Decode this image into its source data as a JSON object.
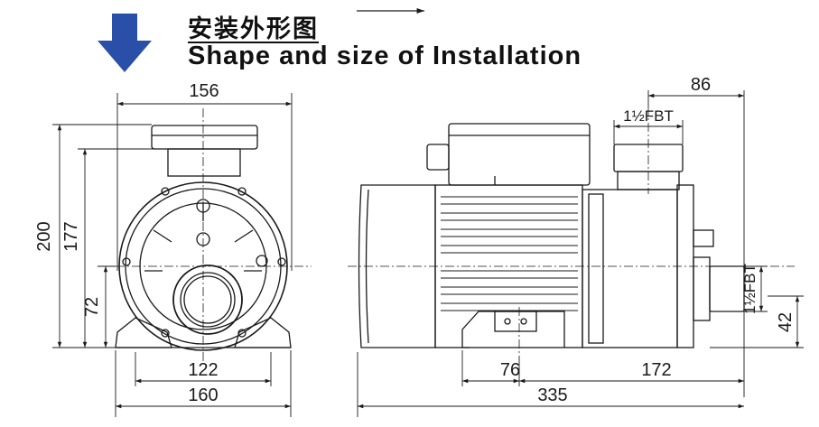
{
  "title": {
    "chinese": "安装外形图",
    "english": "Shape and size of Installation"
  },
  "colors": {
    "arrow": "#2a4fa8",
    "line": "#1a1a1a"
  },
  "dimensions": {
    "front": {
      "overall_width": "156",
      "base_width": "160",
      "foot_spacing": "122",
      "total_height": "200",
      "outlet_height": "177",
      "inlet_height": "72"
    },
    "side": {
      "outlet_offset": "86",
      "outlet_thread_label": "1½FBT",
      "inlet_thread_label": "1½FBT",
      "inlet_height": "42",
      "foot_offset": "76",
      "motor_to_inlet": "172",
      "overall_length": "335"
    }
  }
}
